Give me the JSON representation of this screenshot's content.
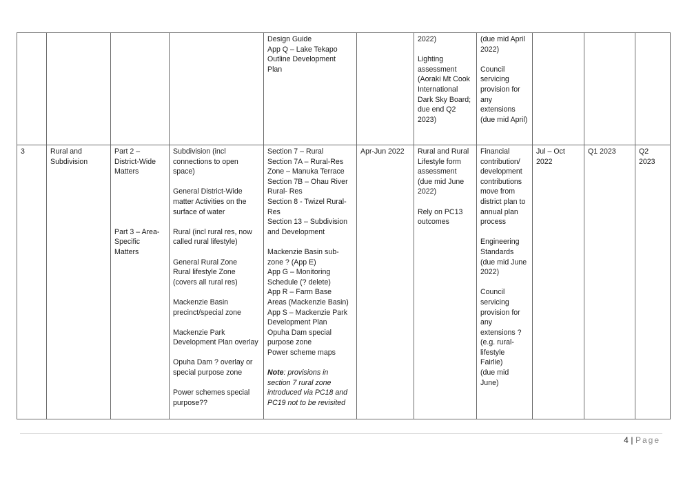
{
  "row_top": {
    "col_doc_ref": [
      "Design Guide",
      "App Q – Lake Tekapo Outline Development Plan"
    ],
    "col_studies": [
      "2022)",
      "",
      "Lighting assessment (Aoraki Mt Cook International Dark Sky Board; due end Q2 2023)"
    ],
    "col_other": [
      "(due mid April 2022)",
      "",
      "Council servicing provision for any extensions (due mid April)"
    ]
  },
  "row_main": {
    "no": "3",
    "topic": "Rural and Subdivision",
    "part_a": "Part 2 – District-Wide Matters",
    "part_b": "Part 3 – Area-Specific Matters",
    "chapters": [
      "Subdivision (incl connections to open space)",
      "General District-Wide matter Activities on the surface of water",
      "Rural (incl rural res, now called rural lifestyle)",
      "General Rural Zone\nRural lifestyle Zone (covers all rural res)",
      "Mackenzie Basin precinct/special zone",
      "Mackenzie Park Development Plan overlay",
      "Opuha Dam ? overlay or special purpose zone",
      "Power schemes special purpose??"
    ],
    "sections": [
      "Section 7 – Rural\nSection 7A – Rural-Res Zone – Manuka Terrace\nSection 7B – Ohau River Rural- Res\nSection 8 - Twizel Rural-Res\nSection 13 – Subdivision and Development",
      "Mackenzie Basin sub-zone ? (App E)\nApp G – Monitoring Schedule (? delete)\nApp R – Farm Base Areas (Mackenzie Basin)\nApp S – Mackenzie Park Development Plan\nOpuha Dam special purpose zone\nPower scheme maps"
    ],
    "note_label": "Note",
    "note_text": ": provisions in section 7 rural zone introduced via PC18 and PC19 not to be revisited",
    "period": "Apr-Jun 2022",
    "studies": [
      "Rural and Rural Lifestyle form assessment (due mid June 2022)",
      "Rely on PC13 outcomes"
    ],
    "other": [
      "Financial contribution/ development contributions move from district plan to annual plan process",
      "Engineering Standards (due mid June 2022)",
      "Council servicing provision for any extensions ? (e.g. rural-lifestyle Fairlie)\n(due mid June)"
    ],
    "drafting": "Jul – Oct 2022",
    "notify": "Q1 2023",
    "hearing": "Q2 2023"
  },
  "footer": {
    "page_number": "4",
    "separator": "|",
    "page_label": "Page"
  }
}
